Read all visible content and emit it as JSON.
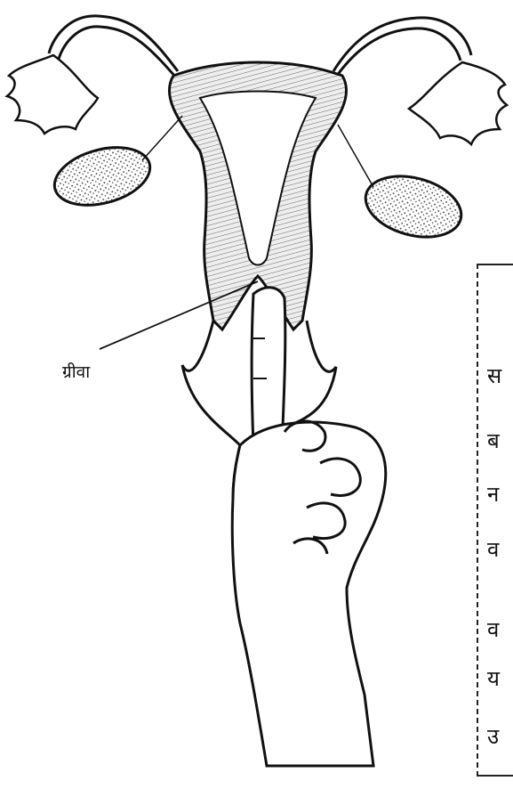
{
  "labels": {
    "cervix": "ग्रीवा"
  },
  "side_text_fragments": [
    "स",
    "ब",
    "न",
    "व",
    "व",
    "य",
    "उ"
  ],
  "colors": {
    "ink": "#111111",
    "tissue_fill": "#e4e4e4",
    "background": "#ffffff"
  },
  "icons": {
    "uterus": "uterus-illustration",
    "ovary_left": "ovary-icon",
    "ovary_right": "ovary-icon",
    "hand": "hand-icon"
  }
}
